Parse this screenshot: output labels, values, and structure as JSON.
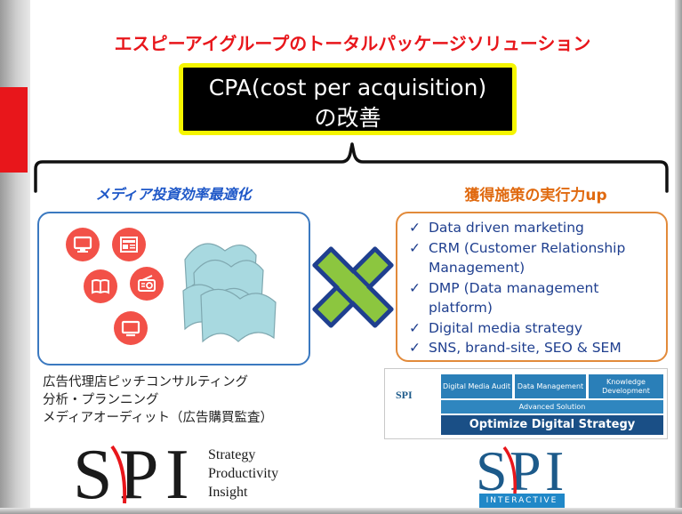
{
  "title": "エスピーアイグループのトータルパッケージソリューション",
  "center_box": {
    "line1": "CPA(cost per acquisition)",
    "line2": "の改善"
  },
  "left_heading": "メディア投資効率最適化",
  "right_heading": "獲得施策の実行力up",
  "left_icons": [
    "tv-icon",
    "newspaper-icon",
    "book-icon",
    "radio-icon",
    "monitor-icon",
    "documents-icon"
  ],
  "cross_color": "#8cc63f",
  "right_list": [
    "Data driven marketing",
    "CRM (Customer Relationship Management)",
    "DMP (Data management platform)",
    "Digital media strategy",
    "SNS, brand-site, SEO & SEM"
  ],
  "left_services": [
    "広告代理店ピッチコンサルティング",
    "分析・プランニング",
    "メディアオーディット（広告購買監査）"
  ],
  "spi_logo_left": {
    "letters": "SPI",
    "words": [
      "Strategy",
      "Productivity",
      "Insight"
    ]
  },
  "diagram": {
    "logo": "SPI",
    "top_cells": [
      "Digital Media Audit",
      "Data Management",
      "Knowledge Development"
    ],
    "middle": "Advanced Solution",
    "bottom": "Optimize Digital Strategy"
  },
  "spi_logo_right": {
    "letters": "SPI",
    "tagline": "INTERACTIVE"
  },
  "colors": {
    "accent_red": "#e8161b",
    "box_yellow": "#f5f500",
    "blue": "#1f58c8",
    "orange": "#e06a10"
  }
}
